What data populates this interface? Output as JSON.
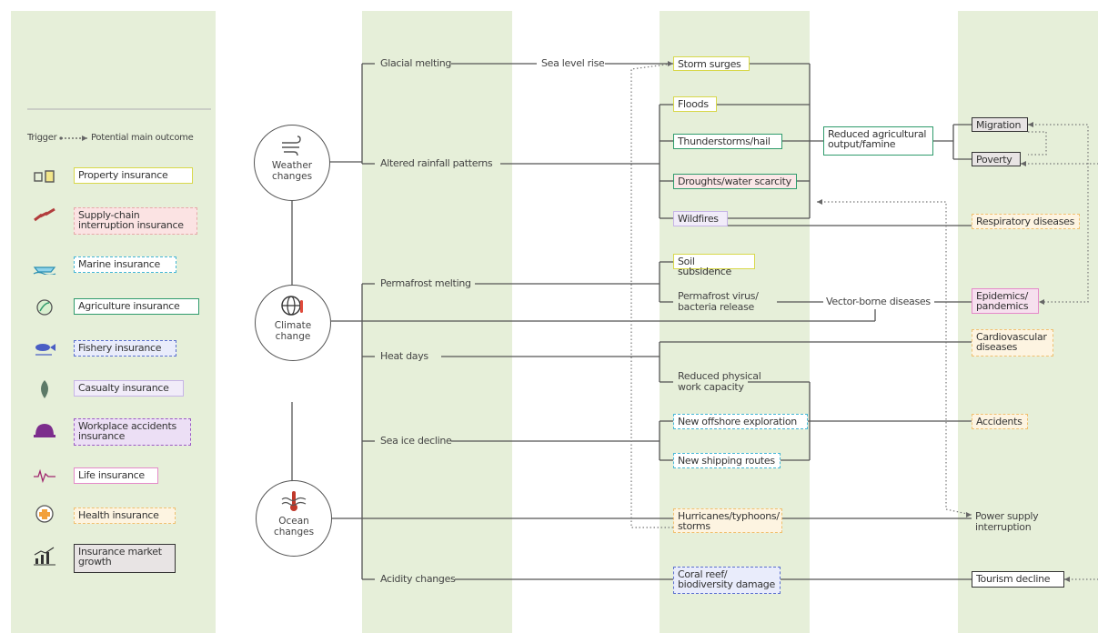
{
  "legend": {
    "trigger_label": "Trigger",
    "outcome_label": "Potential main outcome",
    "items": [
      {
        "label": "Property insurance",
        "icon": "building-icon"
      },
      {
        "label": "Supply-chain\ninterruption insurance",
        "icon": "chain-icon"
      },
      {
        "label": "Marine insurance",
        "icon": "ship-icon"
      },
      {
        "label": "Agriculture insurance",
        "icon": "leaf-icon"
      },
      {
        "label": "Fishery insurance",
        "icon": "fish-icon"
      },
      {
        "label": "Casualty insurance",
        "icon": "drop-icon"
      },
      {
        "label": "Workplace accidents\ninsurance",
        "icon": "helmet-icon"
      },
      {
        "label": "Life insurance",
        "icon": "heartbeat-icon"
      },
      {
        "label": "Health insurance",
        "icon": "medical-cross-icon"
      },
      {
        "label": "Insurance market\ngrowth",
        "icon": "growth-chart-icon"
      }
    ]
  },
  "drivers": {
    "weather": "Weather\nchanges",
    "climate": "Climate\nchange",
    "ocean": "Ocean\nchanges"
  },
  "triggers": {
    "glacial": "Glacial melting",
    "sea_level": "Sea level rise",
    "rainfall": "Altered rainfall patterns",
    "permafrost": "Permafrost melting",
    "heat": "Heat days",
    "sea_ice": "Sea ice decline",
    "acidity": "Acidity changes"
  },
  "effects": {
    "storm_surges": "Storm surges",
    "floods": "Floods",
    "thunderstorms": "Thunderstorms/hail",
    "droughts": "Droughts/water scarcity",
    "wildfires": "Wildfires",
    "soil": "Soil subsidence",
    "permafrost_virus": "Permafrost virus/\nbacteria release",
    "vector": "Vector-borne diseases",
    "work_capacity": "Reduced physical\nwork capacity",
    "offshore": "New offshore exploration",
    "shipping": "New shipping routes",
    "hurricanes": "Hurricanes/typhoons/\nstorms",
    "coral": "Coral reef/\nbiodiversity damage",
    "agri_output": "Reduced agricultural\noutput/famine"
  },
  "outcomes": {
    "migration": "Migration",
    "poverty": "Poverty",
    "respiratory": "Respiratory diseases",
    "epidemics": "Epidemics/\npandemics",
    "cardio": "Cardiovascular\ndiseases",
    "accidents": "Accidents",
    "power": "Power supply\ninterruption",
    "tourism": "Tourism decline"
  }
}
